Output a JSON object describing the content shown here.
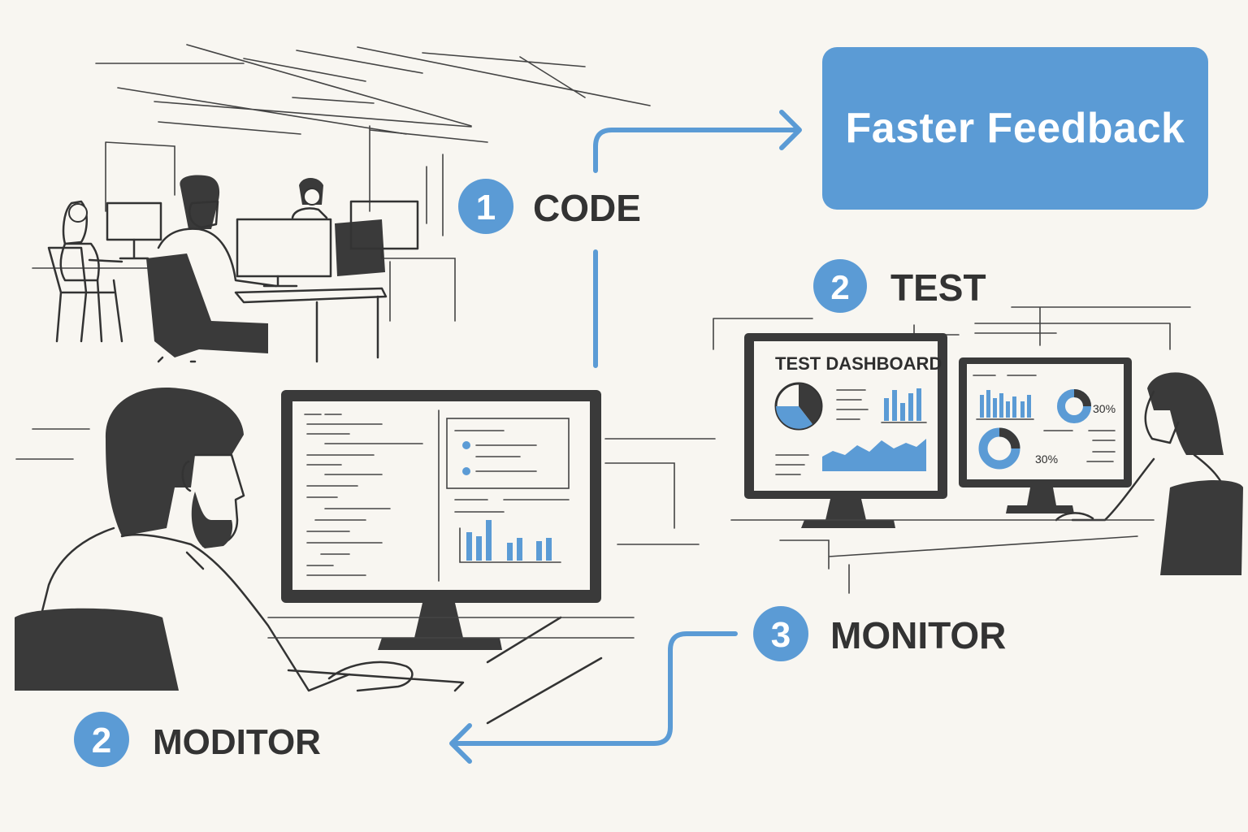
{
  "feedback": {
    "label": "Faster Feedback"
  },
  "steps": [
    {
      "number": "1",
      "label": "CODE"
    },
    {
      "number": "2",
      "label": "TEST"
    },
    {
      "number": "3",
      "label": "MONITOR"
    },
    {
      "number": "2",
      "label": "MODITOR"
    }
  ],
  "test_dashboard": {
    "title": "TEST DASHBOARD"
  },
  "second_monitor": {
    "gauge_top_value": "30%",
    "gauge_bottom_value": "30%"
  },
  "colors": {
    "accent": "#5b9bd5",
    "ink": "#333333",
    "background": "#f8f6f1"
  }
}
